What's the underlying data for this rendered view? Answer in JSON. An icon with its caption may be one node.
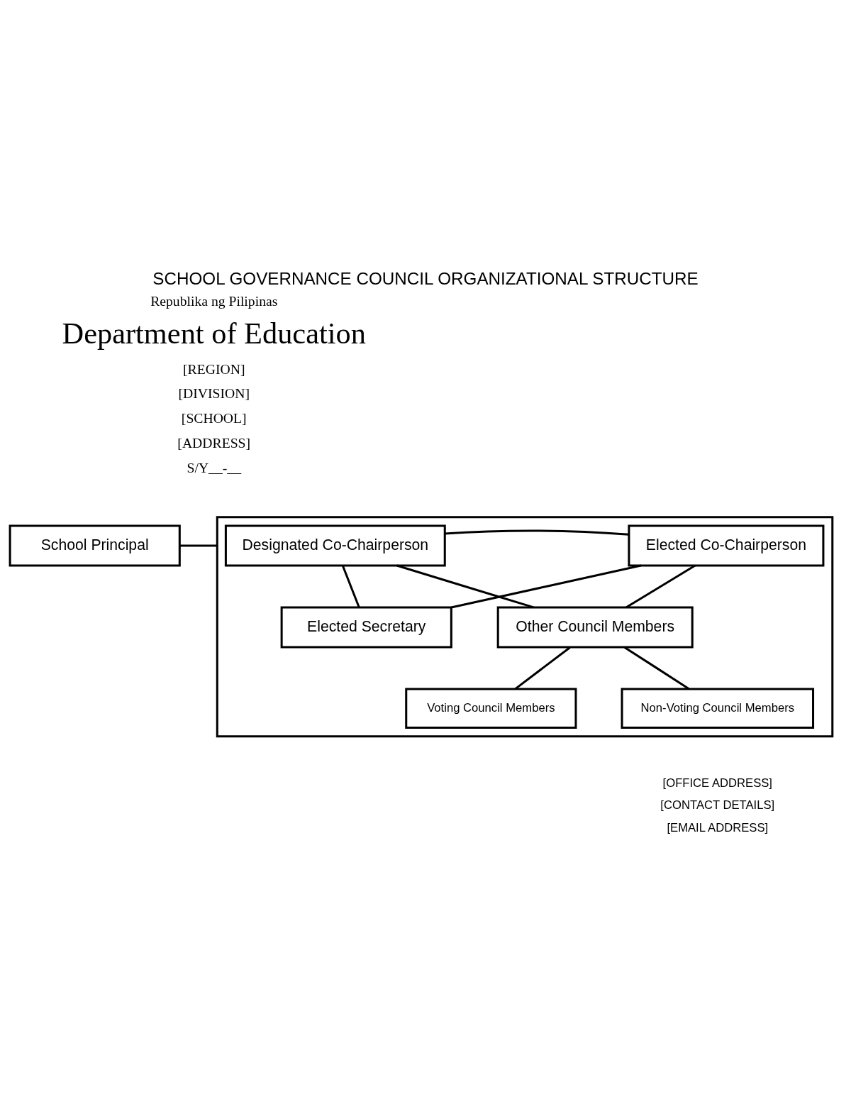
{
  "diagram": {
    "title": "SCHOOL GOVERNANCE COUNCIL ORGANIZATIONAL STRUCTURE",
    "nodes": [
      {
        "text": [],
        "shape": "box"
      },
      {
        "text": [
          "Designated Co-Chairperson"
        ],
        "in": 0
      },
      {
        "text": [
          "Elected Co-Chairperson"
        ],
        "in": 0
      },
      {
        "text": [
          "Elected Secretary"
        ],
        "in": 0
      },
      {
        "text": [
          "Other Council Members"
        ],
        "in": 0
      },
      {
        "text": [
          "Voting Council Members"
        ],
        "in": 0
      },
      {
        "text": [
          "Non-Voting Council Members"
        ],
        "in": 0
      },
      {
        "text": [
          "School Principal"
        ]
      }
    ],
    "edges": [
      {
        "from": 1,
        "to": 2,
        "arrow": "none"
      },
      {
        "from": 1,
        "to": 3,
        "arrow": "none"
      },
      {
        "from": 1,
        "to": 4,
        "arrow": "none"
      },
      {
        "from": 2,
        "to": 3,
        "arrow": "none"
      },
      {
        "from": 2,
        "to": 4,
        "arrow": "none"
      },
      {
        "from": 4,
        "to": 5,
        "arrow": "none"
      },
      {
        "from": 4,
        "to": 6,
        "arrow": "none"
      },
      {
        "from": 7,
        "to": 0,
        "arrow": "none"
      }
    ],
    "labels": [
      "Republika ng Pilipinas",
      "Department of Education",
      "[REGION]",
      "[DIVISION]",
      "[SCHOOL]",
      "[ADDRESS]",
      "S/Y__-__",
      "[OFFICE ADDRESS]",
      "[CONTACT DETAILS]",
      "[EMAIL ADDRESS]"
    ]
  }
}
